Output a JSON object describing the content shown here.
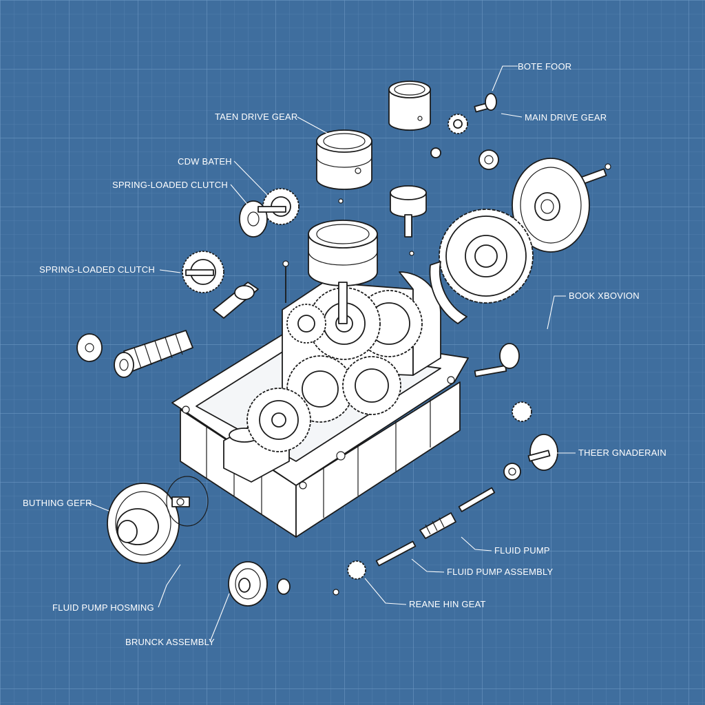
{
  "colors": {
    "background": "#3f6e9e",
    "grid_minor": "#5784b1",
    "grid_major": "#6b96c1",
    "part_fill": "#ffffff",
    "linework": "#1b1b1b",
    "label_text": "#ffffff"
  },
  "labels": {
    "bote_foor": "BOTE FOOR",
    "main_drive_gear": "MAIN DRIVE GEAR",
    "taen_drive_gear": "TAEN DRIVE GEAR",
    "cdw_bateh": "CDW BATEH",
    "spring_loaded_clutch_1": "SPRING-LOADED CLUTCH",
    "spring_loaded_clutch_2": "SPRING-LOADED CLUTCH",
    "book_xbovion": "BOOK XBOVION",
    "theer_gnaderain": "THEER GNADERAIN",
    "buthing_gefr": "BUTHING GEFR",
    "fluid_pump": "FLUID PUMP",
    "fluid_pump_assembly": "FLUID PUMP ASSEMBLY",
    "reane_hin_geat": "REANE HIN GEAT",
    "fluid_pump_hosming": "FLUID PUMP HOSMING",
    "brunck_assembly": "BRUNCK ASSEMBLY"
  }
}
